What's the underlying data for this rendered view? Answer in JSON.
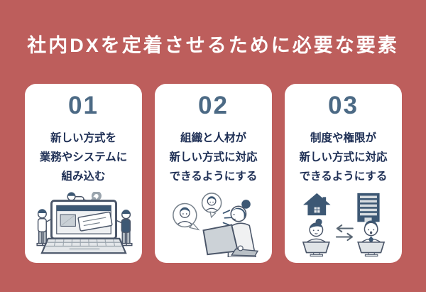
{
  "page": {
    "title": "社内DXを定着させるために必要な要素"
  },
  "colors": {
    "background": "#bd5e5c",
    "card_background": "#ffffff",
    "title_text": "#ffffff",
    "number_text": "#4c6a85",
    "body_text": "#1e2f55",
    "illustration_navy": "#3d5874",
    "illustration_gray": "#e0e4e7"
  },
  "cards": [
    {
      "number": "01",
      "lines": [
        "新しい方式を",
        "業務やシステムに",
        "組み込む"
      ],
      "illustration": "workers-building-system-into-laptop-with-wrench"
    },
    {
      "number": "02",
      "lines": [
        "組織と人材が",
        "新しい方式に対応",
        "できるようにする"
      ],
      "illustration": "person-at-laptop-talking-with-team-in-bubbles"
    },
    {
      "number": "03",
      "lines": [
        "制度や権限が",
        "新しい方式に対応",
        "できるようにする"
      ],
      "illustration": "home-and-office-workers-exchanging-via-laptops"
    }
  ]
}
